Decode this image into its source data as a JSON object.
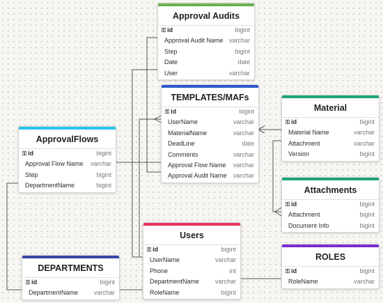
{
  "colors": {
    "green": "#6ab04c",
    "blue": "#2a56c6",
    "teal": "#1ea57a",
    "cyan": "#2ac3e8",
    "pink": "#e8325f",
    "navy": "#3c47a8",
    "purple": "#7a2ed2",
    "line": "#555555"
  },
  "key_icon": "key-icon",
  "tables": {
    "approval_audits": {
      "title": "Approval Audits",
      "fields": [
        {
          "name": "id",
          "type": "bigint"
        },
        {
          "name": "Approval Audit Name",
          "type": "varchar"
        },
        {
          "name": "Step",
          "type": "bigint"
        },
        {
          "name": "Date",
          "type": "date"
        },
        {
          "name": "User",
          "type": "varchar"
        }
      ]
    },
    "templates": {
      "title": "TEMPLATES/MAFs",
      "fields": [
        {
          "name": "id",
          "type": "bigint"
        },
        {
          "name": "UserName",
          "type": "varchar"
        },
        {
          "name": "MaterialName",
          "type": "varchar"
        },
        {
          "name": "DeadLine",
          "type": "date"
        },
        {
          "name": "Comments",
          "type": "varchar"
        },
        {
          "name": "Approval Flow Name",
          "type": "varchar"
        },
        {
          "name": "Approval Audit Name",
          "type": "varchar"
        }
      ]
    },
    "material": {
      "title": "Material",
      "fields": [
        {
          "name": "id",
          "type": "bigint"
        },
        {
          "name": "Material Name",
          "type": "varchar"
        },
        {
          "name": "Attachment",
          "type": "varchar"
        },
        {
          "name": "Version",
          "type": "bigint"
        }
      ]
    },
    "approval_flows": {
      "title": "ApprovalFlows",
      "fields": [
        {
          "name": "id",
          "type": "bigint"
        },
        {
          "name": "Approval Flow Name",
          "type": "varchar"
        },
        {
          "name": "Step",
          "type": "bigint"
        },
        {
          "name": "DepartmentName",
          "type": "bigint"
        }
      ]
    },
    "attachments": {
      "title": "Attachments",
      "fields": [
        {
          "name": "id",
          "type": "bigint"
        },
        {
          "name": "Attachment",
          "type": "bigint"
        },
        {
          "name": "Document Info",
          "type": "bigint"
        }
      ]
    },
    "users": {
      "title": "Users",
      "fields": [
        {
          "name": "id",
          "type": "bigint"
        },
        {
          "name": "UserName",
          "type": "varchar"
        },
        {
          "name": "Phone",
          "type": "int"
        },
        {
          "name": "DepartmentName",
          "type": "varchar"
        },
        {
          "name": "RoleName",
          "type": "bigint"
        }
      ]
    },
    "departments": {
      "title": "DEPARTMENTS",
      "fields": [
        {
          "name": "id",
          "type": "bigint"
        },
        {
          "name": "DepartmentName",
          "type": "varchar"
        }
      ]
    },
    "roles": {
      "title": "ROLES",
      "fields": [
        {
          "name": "id",
          "type": "bigint"
        },
        {
          "name": "RoleName",
          "type": "varchar"
        }
      ]
    }
  }
}
